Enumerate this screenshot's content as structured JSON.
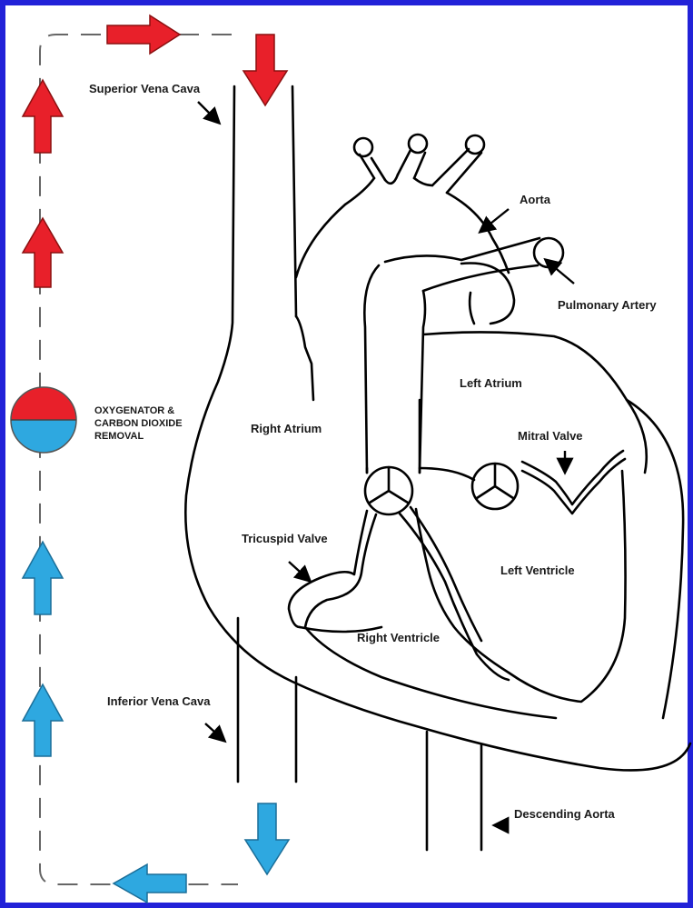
{
  "labels": {
    "superior_vena_cava": "Superior Vena Cava",
    "aorta": "Aorta",
    "pulmonary_artery": "Pulmonary Artery",
    "left_atrium": "Left Atrium",
    "mitral_valve": "Mitral Valve",
    "right_atrium": "Right Atrium",
    "oxygenator_line1": "OXYGENATOR &",
    "oxygenator_line2": "CARBON DIOXIDE",
    "oxygenator_line3": "REMOVAL",
    "tricuspid_valve": "Tricuspid Valve",
    "left_ventricle": "Left Ventricle",
    "right_ventricle": "Right Ventricle",
    "inferior_vena_cava": "Inferior Vena Cava",
    "descending_aorta": "Descending Aorta"
  },
  "colors": {
    "oxygenated": "#e8202a",
    "deoxygenated": "#2ea8e0",
    "border": "#2222d8",
    "outline": "#000000"
  }
}
